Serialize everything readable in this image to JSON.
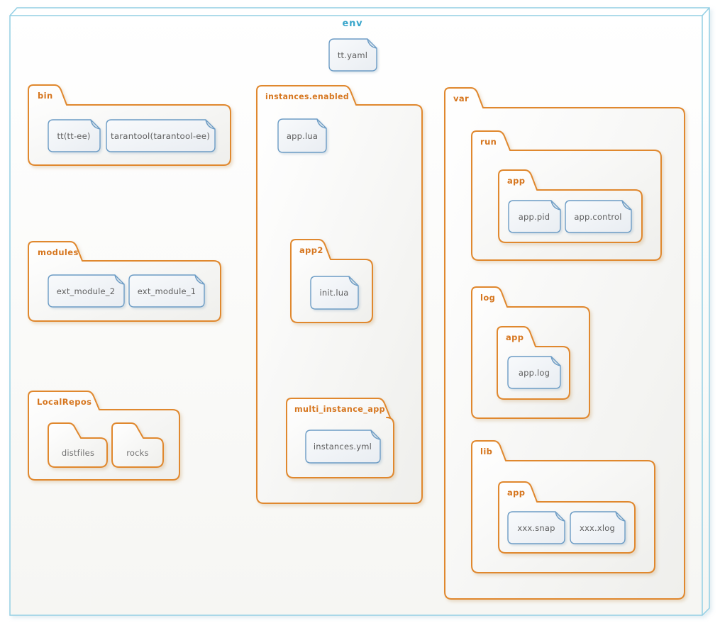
{
  "tree": {
    "env": {
      "label": "env",
      "kind": "node"
    },
    "tt_yaml": {
      "label": "tt.yaml",
      "kind": "file"
    },
    "bin": {
      "label": "bin",
      "kind": "folder",
      "files": {
        "tt": {
          "label": "tt(tt-ee)"
        },
        "tarantool": {
          "label": "tarantool(tarantool-ee)"
        }
      }
    },
    "modules": {
      "label": "modules",
      "kind": "folder",
      "files": {
        "ext_module_2": {
          "label": "ext_module_2"
        },
        "ext_module_1": {
          "label": "ext_module_1"
        }
      }
    },
    "local_repos": {
      "label": "LocalRepos",
      "kind": "folder",
      "folders": {
        "distfiles": {
          "label": "distfiles"
        },
        "rocks": {
          "label": "rocks"
        }
      }
    },
    "instances_enabled": {
      "label": "instances.enabled",
      "kind": "folder",
      "files": {
        "app_lua": {
          "label": "app.lua"
        }
      },
      "folders": {
        "app2": {
          "label": "app2",
          "files": {
            "init_lua": {
              "label": "init.lua"
            }
          }
        },
        "multi_instance_app": {
          "label": "multi_instance_app",
          "files": {
            "instances_yml": {
              "label": "instances.yml"
            }
          }
        }
      }
    },
    "var": {
      "label": "var",
      "kind": "folder",
      "folders": {
        "run": {
          "label": "run",
          "folders": {
            "app": {
              "label": "app",
              "files": {
                "app_pid": {
                  "label": "app.pid"
                },
                "app_control": {
                  "label": "app.control"
                }
              }
            }
          }
        },
        "log": {
          "label": "log",
          "folders": {
            "app": {
              "label": "app",
              "files": {
                "app_log": {
                  "label": "app.log"
                }
              }
            }
          }
        },
        "lib": {
          "label": "lib",
          "folders": {
            "app": {
              "label": "app",
              "files": {
                "xxx_snap": {
                  "label": "xxx.snap"
                },
                "xxx_xlog": {
                  "label": "xxx.xlog"
                }
              }
            }
          }
        }
      }
    }
  },
  "colors": {
    "container_border": "#93cfe4",
    "container_label": "#3aa6cb",
    "folder_border": "#e0882f",
    "folder_label": "#d6761f",
    "folder_name_text": "#707070",
    "file_border": "#6c9cc5",
    "file_text": "#5e5e5e"
  }
}
